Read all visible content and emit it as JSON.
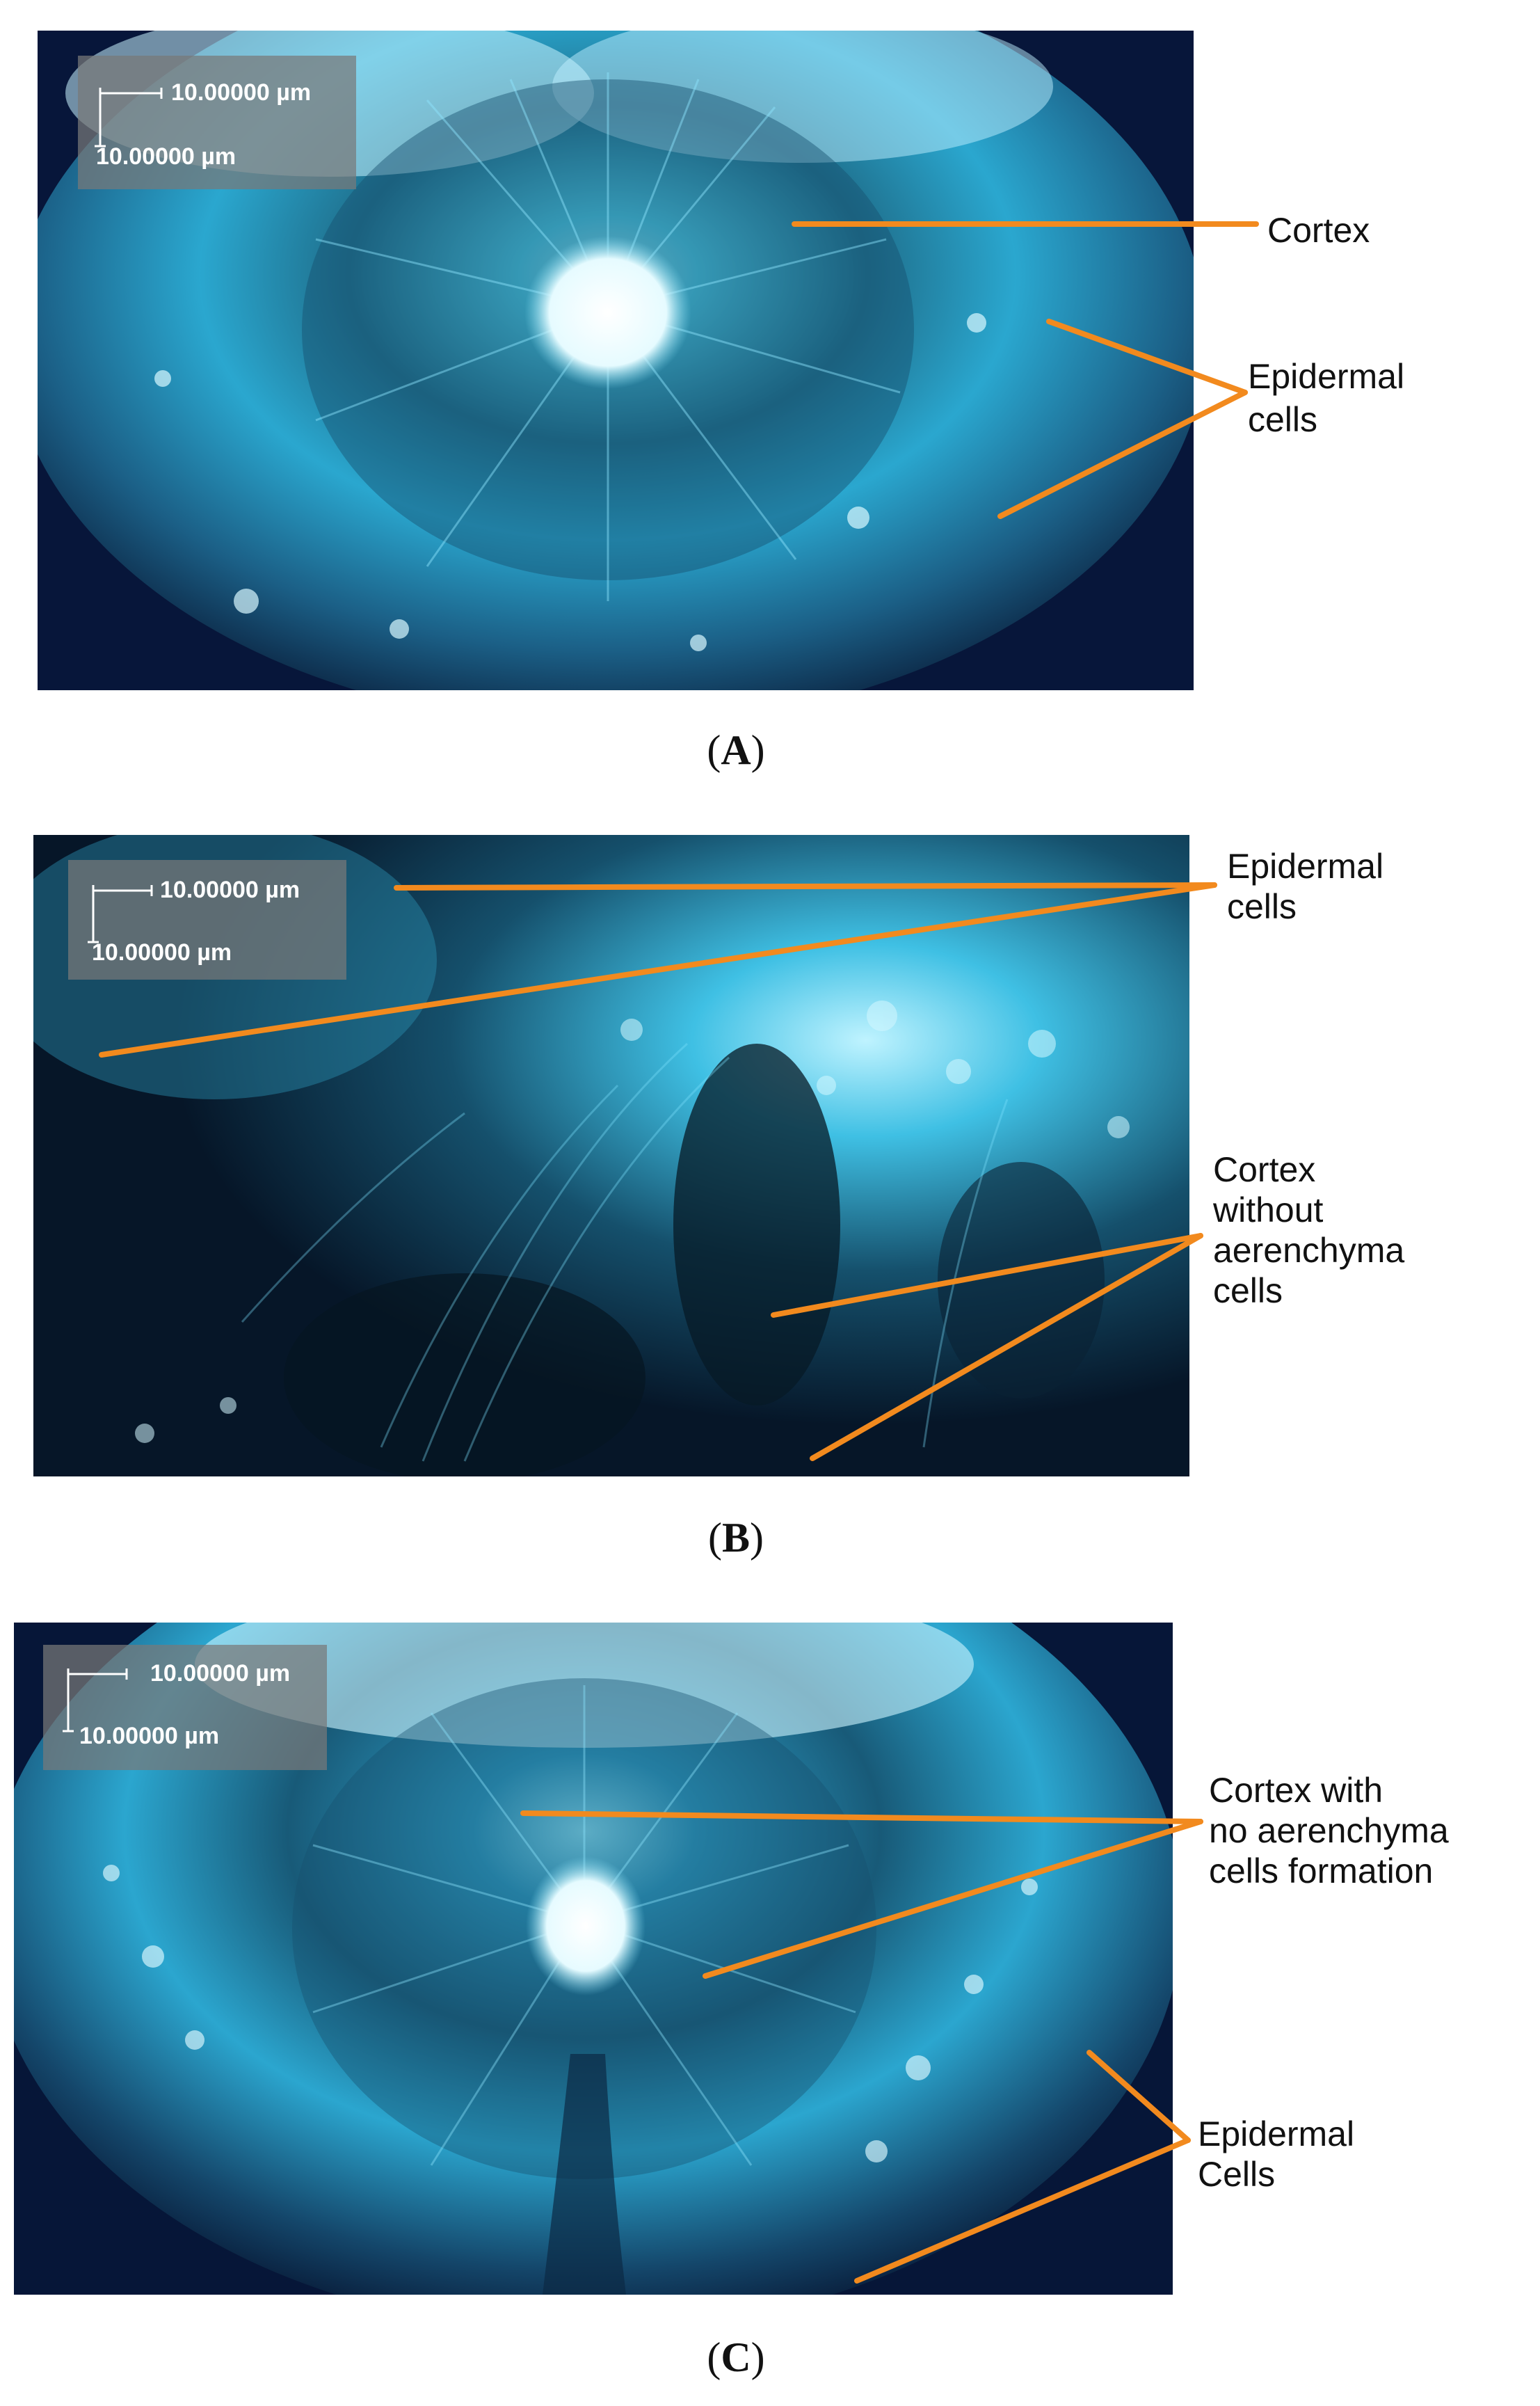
{
  "scale_bar": {
    "horizontal": "10.00000 µm",
    "vertical": "10.00000 µm"
  },
  "panels": [
    {
      "id": "A",
      "caption_open": "(",
      "caption_letter": "A",
      "caption_close": ")",
      "labels": {
        "cortex": "Cortex",
        "epidermal_line1": "Epidermal",
        "epidermal_line2": "cells"
      }
    },
    {
      "id": "B",
      "caption_open": "(",
      "caption_letter": "B",
      "caption_close": ")",
      "labels": {
        "epidermal_line1": "Epidermal",
        "epidermal_line2": "cells",
        "cortex_line1": "Cortex",
        "cortex_line2": "without",
        "cortex_line3": "aerenchyma",
        "cortex_line4": "cells"
      }
    },
    {
      "id": "C",
      "caption_open": "(",
      "caption_letter": "C",
      "caption_close": ")",
      "labels": {
        "cortex_line1": "Cortex with",
        "cortex_line2": "no aerenchyma",
        "cortex_line3": "cells formation",
        "epidermal_line1": "Epidermal",
        "epidermal_line2": "Cells"
      }
    }
  ],
  "colors": {
    "leader_line": "#f28a1e",
    "tissue_dark": "#0a1a3a",
    "tissue_cyan": "#2fb6d8",
    "highlight": "#e8fbff"
  }
}
